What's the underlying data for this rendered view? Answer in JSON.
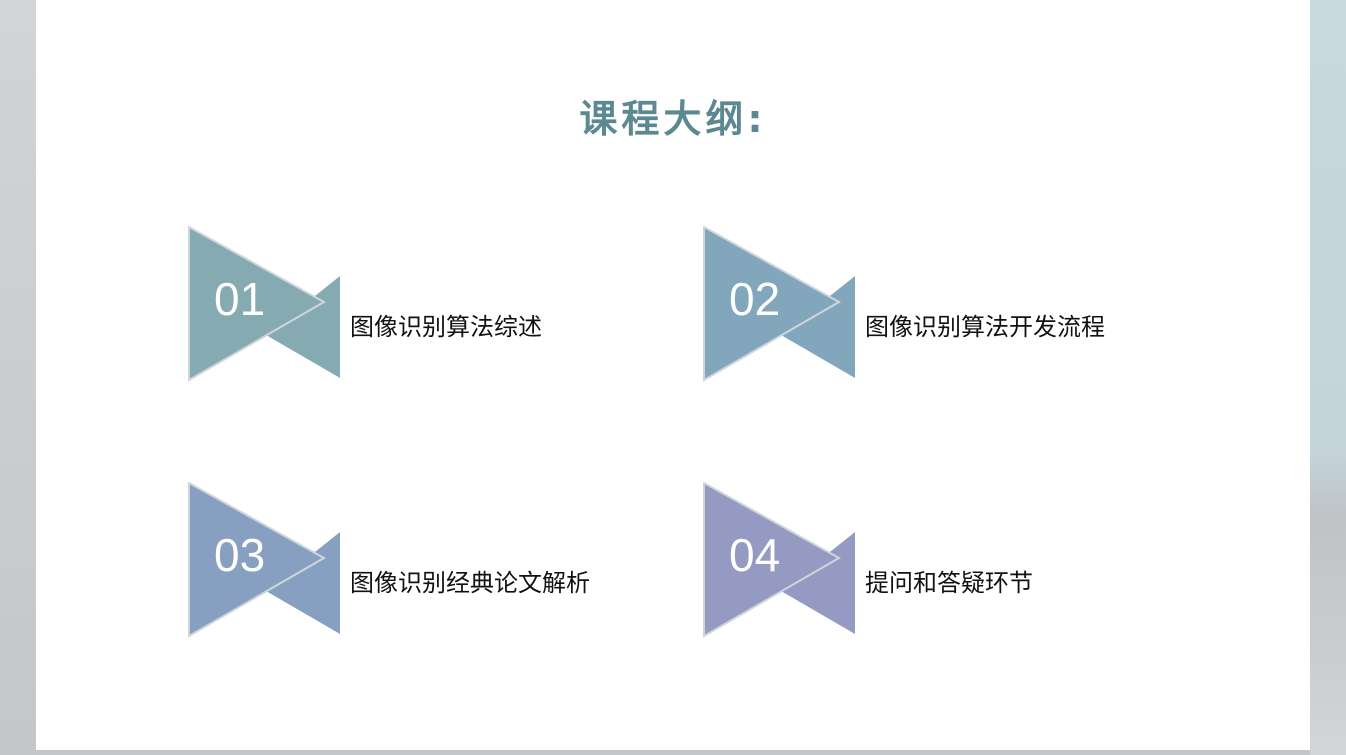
{
  "title": "课程大纲:",
  "items": [
    {
      "number": "01",
      "label": "图像识别算法综述",
      "color": "#86aab2"
    },
    {
      "number": "02",
      "label": "图像识别算法开发流程",
      "color": "#82a7bd"
    },
    {
      "number": "03",
      "label": "图像识别经典论文解析",
      "color": "#87a0c1"
    },
    {
      "number": "04",
      "label": "提问和答疑环节",
      "color": "#959ac2"
    }
  ]
}
